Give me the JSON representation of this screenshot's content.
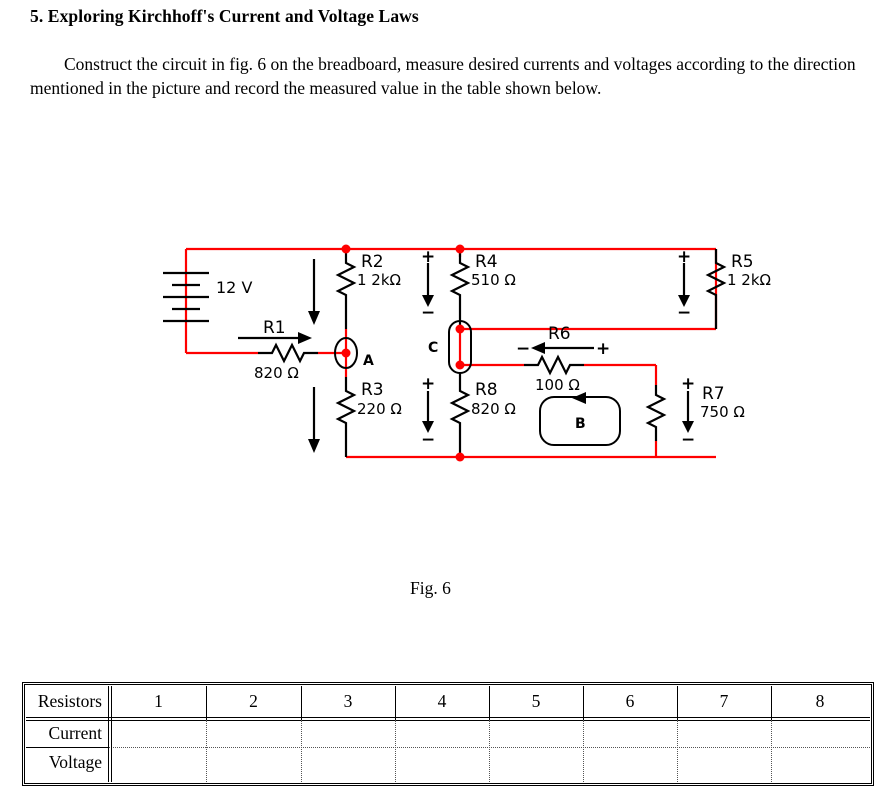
{
  "document": {
    "heading": "5. Exploring Kirchhoff's Current and Voltage Laws",
    "paragraph": "Construct the circuit in fig. 6 on the breadboard, measure desired currents and voltages according to the direction mentioned in the picture and record the measured value in the table shown below.",
    "figure_caption": "Fig. 6"
  },
  "circuit": {
    "source": {
      "name": "battery",
      "label": "12 V"
    },
    "nodes": [
      {
        "id": "A",
        "label": "A"
      },
      {
        "id": "B",
        "label": "B"
      },
      {
        "id": "C",
        "label": "C"
      }
    ],
    "resistors": [
      {
        "ref": "R1",
        "value": "820 Ω",
        "orientation": "horizontal"
      },
      {
        "ref": "R2",
        "value": "1 2kΩ",
        "orientation": "vertical"
      },
      {
        "ref": "R3",
        "value": "220 Ω",
        "orientation": "vertical"
      },
      {
        "ref": "R4",
        "value": "510 Ω",
        "orientation": "vertical"
      },
      {
        "ref": "R5",
        "value": "1 2kΩ",
        "orientation": "vertical"
      },
      {
        "ref": "R6",
        "value": "100 Ω",
        "orientation": "horizontal"
      },
      {
        "ref": "R7",
        "value": "750 Ω",
        "orientation": "vertical"
      },
      {
        "ref": "R8",
        "value": "820 Ω",
        "orientation": "vertical"
      }
    ],
    "polarity_marks": {
      "plus": "+",
      "minus": "−"
    },
    "colors": {
      "wire": "#ff0000",
      "component": "#000000",
      "node_dot": "#ff0000"
    }
  },
  "table": {
    "row_labels": [
      "Resistors",
      "Current",
      "Voltage"
    ],
    "columns": [
      "1",
      "2",
      "3",
      "4",
      "5",
      "6",
      "7",
      "8"
    ],
    "current_values": [
      "",
      "",
      "",
      "",
      "",
      "",
      "",
      ""
    ],
    "voltage_values": [
      "",
      "",
      "",
      "",
      "",
      "",
      "",
      ""
    ]
  }
}
